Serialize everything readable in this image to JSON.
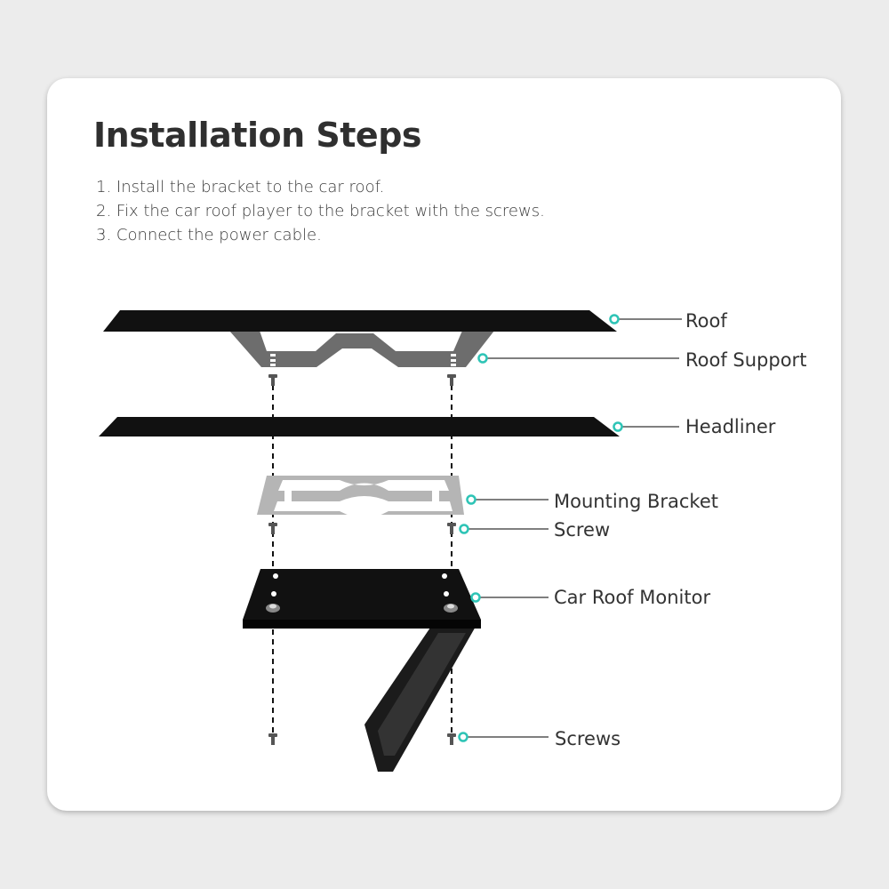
{
  "title": "Installation Steps",
  "steps": [
    "1. Install the bracket to the car roof.",
    "2. Fix the car roof player to the bracket with the screws.",
    "3. Connect the power cable."
  ],
  "labels": {
    "roof": "Roof",
    "roof_support": "Roof Support",
    "headliner": "Headliner",
    "mounting_bracket": "Mounting Bracket",
    "screw": "Screw",
    "car_roof_monitor": "Car Roof Monitor",
    "screws": "Screws"
  },
  "colors": {
    "accent": "#2ec4b6",
    "panel": "#111111",
    "support": "#6d6d6d",
    "bracket": "#b3b3b3"
  }
}
